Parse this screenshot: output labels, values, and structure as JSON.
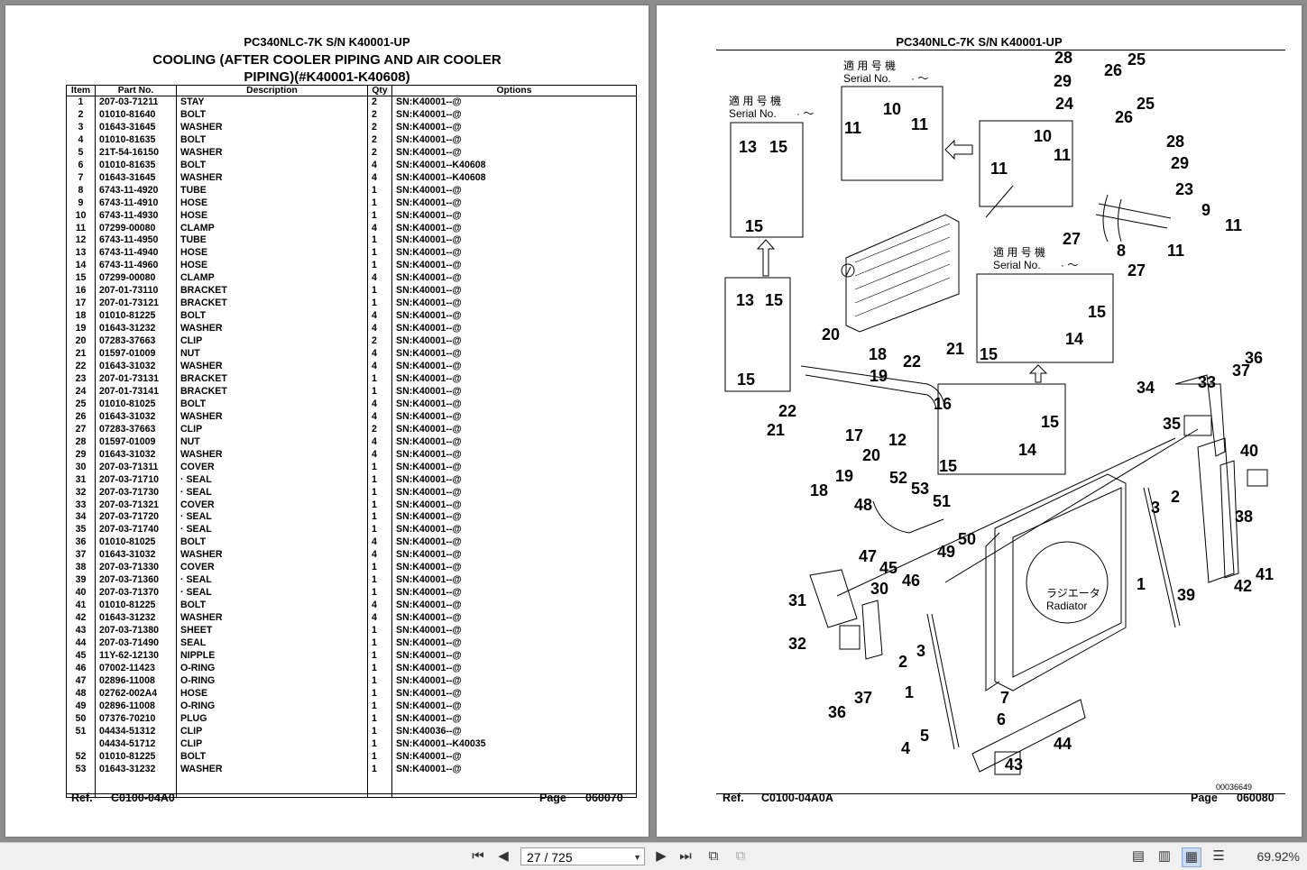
{
  "left_page": {
    "model": "PC340NLC-7K S/N K40001-UP",
    "title_line1": "COOLING (AFTER COOLER PIPING AND AIR COOLER",
    "title_line2": "PIPING)(#K40001-K40608)",
    "columns": [
      "Item",
      "Part No.",
      "Description",
      "Qty",
      "Options"
    ],
    "rows": [
      [
        "1",
        "207-03-71211",
        "STAY",
        "2",
        "SN:K40001--@"
      ],
      [
        "2",
        "01010-81640",
        "BOLT",
        "2",
        "SN:K40001--@"
      ],
      [
        "3",
        "01643-31645",
        "WASHER",
        "2",
        "SN:K40001--@"
      ],
      [
        "4",
        "01010-81635",
        "BOLT",
        "2",
        "SN:K40001--@"
      ],
      [
        "5",
        "21T-54-16150",
        "WASHER",
        "2",
        "SN:K40001--@"
      ],
      [
        "6",
        "01010-81635",
        "BOLT",
        "4",
        "SN:K40001--K40608"
      ],
      [
        "7",
        "01643-31645",
        "WASHER",
        "4",
        "SN:K40001--K40608"
      ],
      [
        "8",
        "6743-11-4920",
        "TUBE",
        "1",
        "SN:K40001--@"
      ],
      [
        "9",
        "6743-11-4910",
        "HOSE",
        "1",
        "SN:K40001--@"
      ],
      [
        "10",
        "6743-11-4930",
        "HOSE",
        "1",
        "SN:K40001--@"
      ],
      [
        "11",
        "07299-00080",
        "CLAMP",
        "4",
        "SN:K40001--@"
      ],
      [
        "12",
        "6743-11-4950",
        "TUBE",
        "1",
        "SN:K40001--@"
      ],
      [
        "13",
        "6743-11-4940",
        "HOSE",
        "1",
        "SN:K40001--@"
      ],
      [
        "14",
        "6743-11-4960",
        "HOSE",
        "1",
        "SN:K40001--@"
      ],
      [
        "15",
        "07299-00080",
        "CLAMP",
        "4",
        "SN:K40001--@"
      ],
      [
        "16",
        "207-01-73110",
        "BRACKET",
        "1",
        "SN:K40001--@"
      ],
      [
        "17",
        "207-01-73121",
        "BRACKET",
        "1",
        "SN:K40001--@"
      ],
      [
        "18",
        "01010-81225",
        "BOLT",
        "4",
        "SN:K40001--@"
      ],
      [
        "19",
        "01643-31232",
        "WASHER",
        "4",
        "SN:K40001--@"
      ],
      [
        "20",
        "07283-37663",
        "CLIP",
        "2",
        "SN:K40001--@"
      ],
      [
        "21",
        "01597-01009",
        "NUT",
        "4",
        "SN:K40001--@"
      ],
      [
        "22",
        "01643-31032",
        "WASHER",
        "4",
        "SN:K40001--@"
      ],
      [
        "23",
        "207-01-73131",
        "BRACKET",
        "1",
        "SN:K40001--@"
      ],
      [
        "24",
        "207-01-73141",
        "BRACKET",
        "1",
        "SN:K40001--@"
      ],
      [
        "25",
        "01010-81025",
        "BOLT",
        "4",
        "SN:K40001--@"
      ],
      [
        "26",
        "01643-31032",
        "WASHER",
        "4",
        "SN:K40001--@"
      ],
      [
        "27",
        "07283-37663",
        "CLIP",
        "2",
        "SN:K40001--@"
      ],
      [
        "28",
        "01597-01009",
        "NUT",
        "4",
        "SN:K40001--@"
      ],
      [
        "29",
        "01643-31032",
        "WASHER",
        "4",
        "SN:K40001--@"
      ],
      [
        "30",
        "207-03-71311",
        "COVER",
        "1",
        "SN:K40001--@"
      ],
      [
        "31",
        "207-03-71710",
        "· SEAL",
        "1",
        "SN:K40001--@"
      ],
      [
        "32",
        "207-03-71730",
        "· SEAL",
        "1",
        "SN:K40001--@"
      ],
      [
        "33",
        "207-03-71321",
        "COVER",
        "1",
        "SN:K40001--@"
      ],
      [
        "34",
        "207-03-71720",
        "· SEAL",
        "1",
        "SN:K40001--@"
      ],
      [
        "35",
        "207-03-71740",
        "· SEAL",
        "1",
        "SN:K40001--@"
      ],
      [
        "36",
        "01010-81025",
        "BOLT",
        "4",
        "SN:K40001--@"
      ],
      [
        "37",
        "01643-31032",
        "WASHER",
        "4",
        "SN:K40001--@"
      ],
      [
        "38",
        "207-03-71330",
        "COVER",
        "1",
        "SN:K40001--@"
      ],
      [
        "39",
        "207-03-71360",
        "· SEAL",
        "1",
        "SN:K40001--@"
      ],
      [
        "40",
        "207-03-71370",
        "· SEAL",
        "1",
        "SN:K40001--@"
      ],
      [
        "41",
        "01010-81225",
        "BOLT",
        "4",
        "SN:K40001--@"
      ],
      [
        "42",
        "01643-31232",
        "WASHER",
        "4",
        "SN:K40001--@"
      ],
      [
        "43",
        "207-03-71380",
        "SHEET",
        "1",
        "SN:K40001--@"
      ],
      [
        "44",
        "207-03-71490",
        "SEAL",
        "1",
        "SN:K40001--@"
      ],
      [
        "45",
        "11Y-62-12130",
        "NIPPLE",
        "1",
        "SN:K40001--@"
      ],
      [
        "46",
        "07002-11423",
        "O-RING",
        "1",
        "SN:K40001--@"
      ],
      [
        "47",
        "02896-11008",
        "O-RING",
        "1",
        "SN:K40001--@"
      ],
      [
        "48",
        "02762-002A4",
        "HOSE",
        "1",
        "SN:K40001--@"
      ],
      [
        "49",
        "02896-11008",
        "O-RING",
        "1",
        "SN:K40001--@"
      ],
      [
        "50",
        "07376-70210",
        "PLUG",
        "1",
        "SN:K40001--@"
      ],
      [
        "51",
        "04434-51312",
        "CLIP",
        "1",
        "SN:K40036--@"
      ],
      [
        "",
        "04434-51712",
        "CLIP",
        "1",
        "SN:K40001--K40035"
      ],
      [
        "52",
        "01010-81225",
        "BOLT",
        "1",
        "SN:K40001--@"
      ],
      [
        "53",
        "01643-31232",
        "WASHER",
        "1",
        "SN:K40001--@"
      ]
    ],
    "ref_label": "Ref.",
    "ref_code": "C0100-04A0",
    "page_label": "Page",
    "page_number": "060070"
  },
  "right_page": {
    "model": "PC340NLC-7K S/N K40001-UP",
    "serial_jp": "適 用 号 機",
    "serial_en": "Serial No.",
    "serial_dots": "· ～",
    "radiator_jp": "ラジエータ",
    "radiator_en": "Radiator",
    "drawing_no": "00036649",
    "ref_label": "Ref.",
    "ref_code": "C0100-04A0A",
    "page_label": "Page",
    "page_number": "060080"
  },
  "toolbar": {
    "page_display": "27 / 725",
    "zoom": "69.92%",
    "icons": [
      "first-page-icon",
      "prev-page-icon",
      "next-page-icon",
      "last-page-icon",
      "extract-icon",
      "insert-icon",
      "single-page-icon",
      "continuous-icon",
      "two-page-icon",
      "scroll-icon"
    ]
  }
}
